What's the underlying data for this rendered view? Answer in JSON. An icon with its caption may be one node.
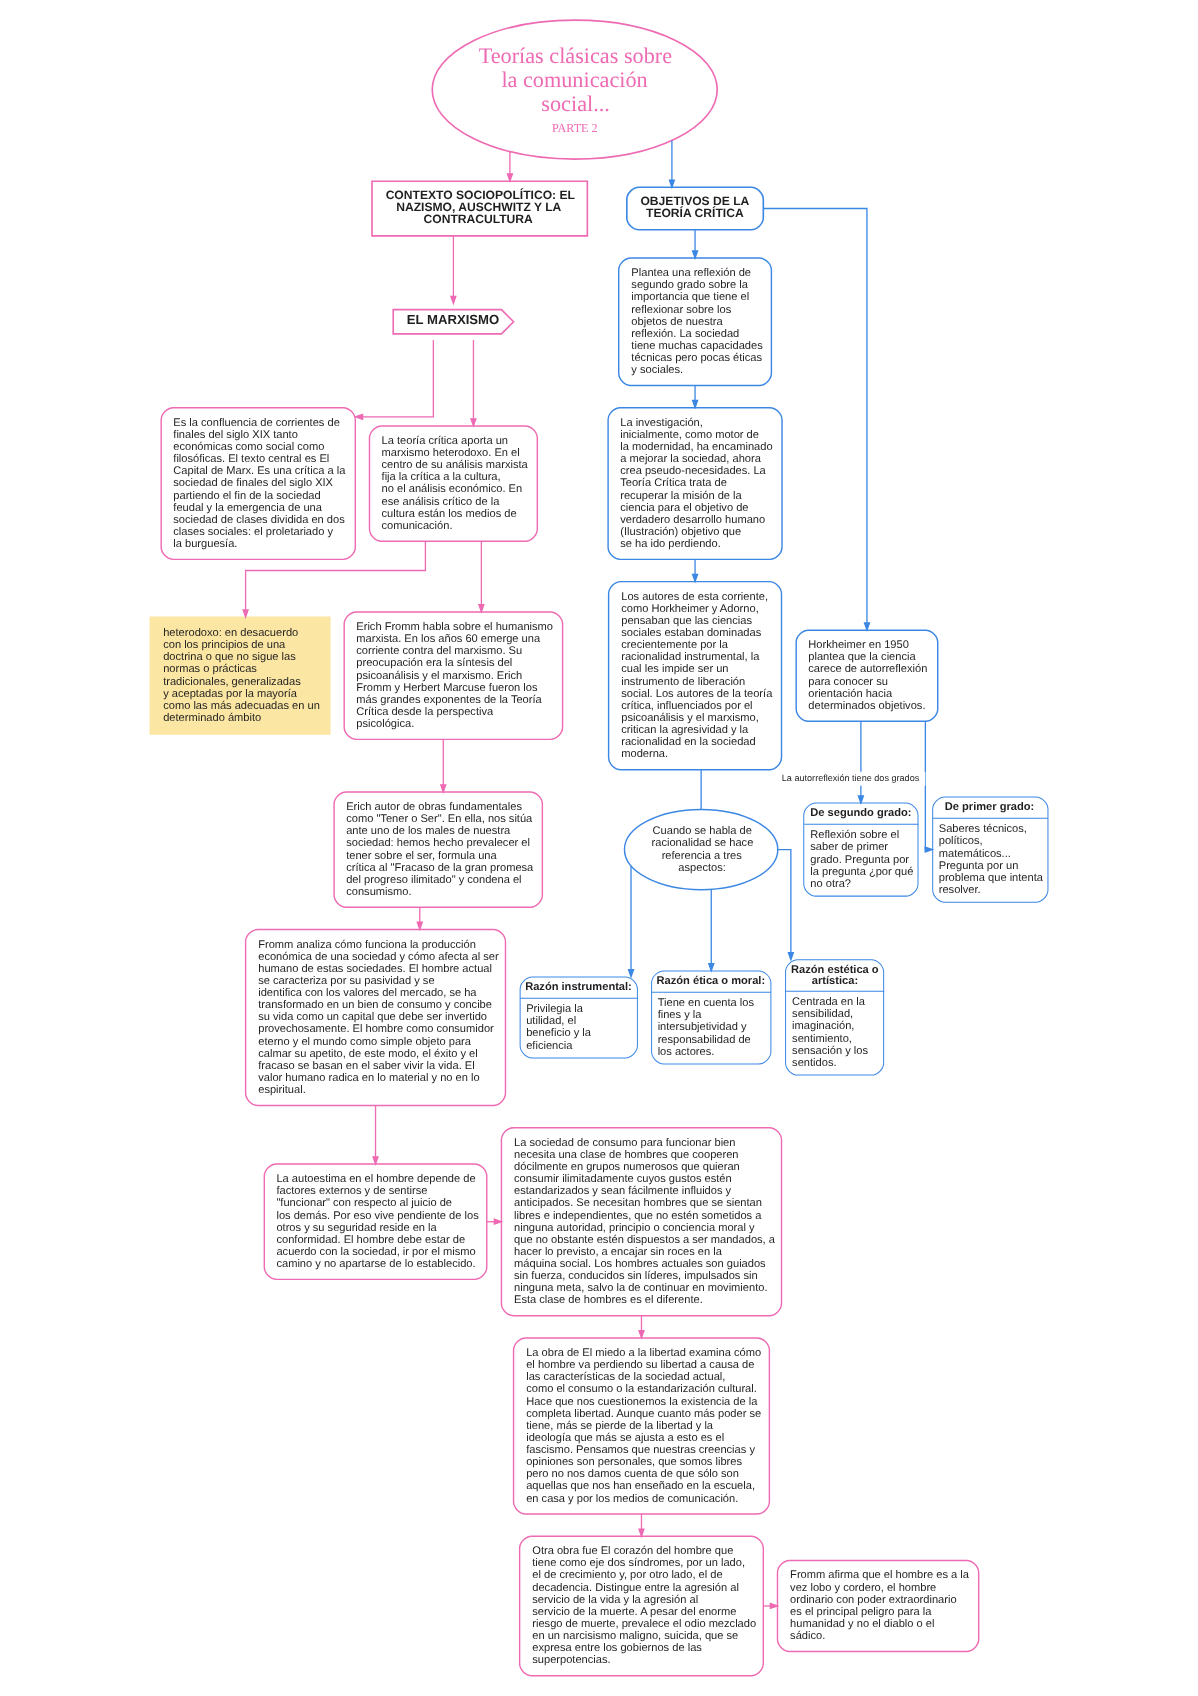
{
  "diagram": {
    "nodes": [
      {
        "text": [
          "Teorías clásicas sobre la comunicación social...",
          "PARTE 2"
        ]
      },
      {
        "text": [
          "CONTEXTO SOCIOPOLÍTICO: EL NAZISMO, AUSCHWITZ Y LA CONTRACULTURA"
        ]
      },
      {
        "text": [
          "EL MARXISMO"
        ]
      },
      {
        "text": [
          "Es la confluencia de corrientes de finales del siglo XIX tanto económicas como social como filosóficas. El texto central es El Capital de Marx. Es una crítica a la sociedad de finales del siglo XIX partiendo el fin de la sociedad feudal y la emergencia de una sociedad de clases dividida en dos clases sociales: el proletariado y la burguesía."
        ]
      },
      {
        "text": [
          "La teoría crítica aporta un marxismo heterodoxo. En el centro de su análisis marxista fija la crítica a la cultura, no el análisis económico. En ese análisis crítico de la cultura están los medios de comunicación."
        ]
      },
      {
        "text": [
          "heterodoxo: en desacuerdo con los principios de una doctrina o que no sigue las normas o prácticas tradicionales, generalizadas y aceptadas por la mayoría como las más adecuadas en un determinado ámbito"
        ]
      },
      {
        "text": [
          "Erich Fromm habla sobre el humanismo marxista. En los años 60 emerge una corriente contra del marxismo. Su preocupación era la síntesis del psicoanálisis y el marxismo. Erich Fromm y Herbert Marcuse fueron los más grandes exponentes de la Teoría Crítica desde la perspectiva psicológica."
        ]
      },
      {
        "text": [
          "Erich autor de obras fundamentales como \"Tener o Ser\". En ella, nos sitúa ante uno de los males de nuestra sociedad: hemos hecho prevalecer el tener sobre el ser, formula una crítica al \"Fracaso de la gran promesa del progreso ilimitado\" y condena el consumismo."
        ]
      },
      {
        "text": [
          "Fromm analiza cómo funciona la producción económica de una sociedad y cómo afecta al ser humano de estas sociedades. El hombre actual se caracteriza por su pasividad y se identifica con los valores del mercado, se ha transformado en un bien de consumo y concibe su vida como un capital que debe ser invertido provechosamente. El hombre como consumidor eterno y el mundo como simple objeto para calmar su apetito, de este modo, el éxito y el fracaso se basan en el saber vivir la vida. El valor humano radica en lo material y no en lo espiritual."
        ]
      },
      {
        "text": [
          "La autoestima en el hombre depende de factores externos y de sentirse \"funcionar\" con respecto al juicio de los demás. Por eso vive pendiente de los otros y su seguridad reside en la conformidad. El hombre debe estar de acuerdo con la sociedad, ir por el mismo camino y no apartarse de lo establecido."
        ]
      },
      {
        "text": [
          "La sociedad de consumo para funcionar bien necesita una clase de hombres que cooperen dócilmente en grupos numerosos que quieran consumir ilimitadamente cuyos gustos estén estandarizados y sean fácilmente influidos y anticipados. Se necesitan hombres que se sientan libres e independientes, que no estén sometidos a ninguna autoridad, principio o conciencia moral y que no obstante estén dispuestos a ser mandados, a hacer lo previsto, a encajar sin roces en la máquina social. Los hombres actuales son guiados sin fuerza, conducidos sin líderes, impulsados sin ninguna meta, salvo la de continuar en movimiento. Esta clase de hombres es el diferente."
        ]
      },
      {
        "text": [
          "La obra de El miedo a la libertad examina cómo el hombre va perdiendo su libertad a causa de las características de la sociedad actual, como el consumo o la estandarización cultural. Hace que nos cuestionemos la existencia de la completa libertad. Aunque cuanto más poder se tiene, más se pierde de la libertad y la ideología que más se ajusta a esto es el fascismo. Pensamos que nuestras creencias y opiniones son personales, que somos libres pero no nos damos cuenta de que sólo son aquellas que nos han enseñado en la escuela, en casa y por los medios de comunicación."
        ]
      },
      {
        "text": [
          "Otra obra fue El corazón del hombre que tiene como eje dos síndromes, por un lado, el de crecimiento y, por otro lado, el de decadencia. Distingue entre la agresión al servicio de la vida y la agresión al servicio de la muerte. A pesar del enorme riesgo de muerte, prevalece el odio mezclado en un narcisismo maligno, suicida, que se expresa entre los gobiernos de las superpotencias."
        ]
      },
      {
        "text": [
          "Fromm afirma que el hombre es a la vez lobo y cordero, el hombre ordinario con poder extraordinario es el principal peligro para la humanidad y no el diablo o el sádico."
        ]
      },
      {
        "text": [
          "OBJETIVOS DE LA TEORÍA CRÍTICA"
        ]
      },
      {
        "text": [
          "Plantea una reflexión de segundo grado sobre la importancia que tiene el reflexionar sobre los objetos de nuestra reflexión. La sociedad tiene muchas capacidades técnicas pero pocas éticas y sociales."
        ]
      },
      {
        "text": [
          "La investigación, inicialmente, como motor de la modernidad, ha encaminado a mejorar la sociedad, ahora crea pseudo-necesidades. La Teoría Crítica trata de recuperar la misión de la ciencia para el objetivo de verdadero desarrollo humano (Ilustración) objetivo que se ha ido perdiendo."
        ]
      },
      {
        "text": [
          "Los autores de esta corriente, como Horkheimer y Adorno, pensaban que las ciencias sociales estaban dominadas crecientemente por la racionalidad instrumental, la cual les impide ser un instrumento de liberación social. Los autores de la teoría crítica, influenciados por el psicoanálisis y el marxismo, critican la agresividad y la racionalidad en la sociedad moderna."
        ]
      },
      {
        "text": [
          "Cuando se habla de racionalidad se hace referencia a tres aspectos:"
        ]
      },
      {
        "text": [
          "Razón instrumental:",
          "Privilegia la utilidad, el beneficio y la eficiencia"
        ]
      },
      {
        "text": [
          "Razón ética o moral:",
          "Tiene en cuenta los fines y la intersubjetividad y responsabilidad de los actores."
        ]
      },
      {
        "text": [
          "Razón estética o artística:",
          "Centrada en la sensibilidad, imaginación, sentimiento, sensación y los sentidos."
        ]
      },
      {
        "text": [
          "Horkheimer en 1950 plantea que la ciencia carece de autorreflexión para conocer su orientación hacia determinados objetivos."
        ]
      },
      {
        "text": [
          "De segundo grado:",
          "Reflexión sobre el saber de primer grado. Pregunta por la pregunta ¿por qué no otra?"
        ]
      },
      {
        "text": [
          "De primer grado:",
          "Saberes técnicos, políticos, matemáticos... Pregunta por un problema que intenta resolver."
        ]
      }
    ],
    "edges": [
      {
        "from": 0,
        "to": 1,
        "arrow": "to"
      },
      {
        "from": 1,
        "to": 2,
        "arrow": "to"
      },
      {
        "from": 2,
        "to": 3,
        "arrow": "to"
      },
      {
        "from": 2,
        "to": 4,
        "arrow": "to"
      },
      {
        "from": 4,
        "to": 5,
        "arrow": "to"
      },
      {
        "from": 4,
        "to": 6,
        "arrow": "to"
      },
      {
        "from": 6,
        "to": 7,
        "arrow": "to"
      },
      {
        "from": 7,
        "to": 8,
        "arrow": "to"
      },
      {
        "from": 8,
        "to": 9,
        "arrow": "to"
      },
      {
        "from": 9,
        "to": 10,
        "arrow": "to"
      },
      {
        "from": 10,
        "to": 11,
        "arrow": "to"
      },
      {
        "from": 11,
        "to": 12,
        "arrow": "to"
      },
      {
        "from": 12,
        "to": 13,
        "arrow": "to"
      },
      {
        "from": 0,
        "to": 14,
        "arrow": "to",
        "color": "#3b87e4"
      },
      {
        "from": 14,
        "to": 15,
        "arrow": "to",
        "color": "#3b87e4"
      },
      {
        "from": 15,
        "to": 16,
        "arrow": "to",
        "color": "#3b87e4"
      },
      {
        "from": 16,
        "to": 17,
        "arrow": "to",
        "color": "#3b87e4"
      },
      {
        "from": 17,
        "to": 18,
        "arrow": "none",
        "color": "#3b87e4"
      },
      {
        "from": 18,
        "to": 19,
        "arrow": "to",
        "color": "#3b87e4"
      },
      {
        "from": 18,
        "to": 20,
        "arrow": "to",
        "color": "#3b87e4"
      },
      {
        "from": 18,
        "to": 21,
        "arrow": "to",
        "color": "#3b87e4"
      },
      {
        "from": 14,
        "to": 22,
        "arrow": "to",
        "color": "#3b87e4"
      },
      {
        "from": 22,
        "to": 23,
        "arrow": "to",
        "color": "#3b87e4"
      },
      {
        "from": 22,
        "to": 24,
        "arrow": "to",
        "color": "#3b87e4",
        "label": "La autorreflexión tiene dos grados"
      }
    ]
  }
}
